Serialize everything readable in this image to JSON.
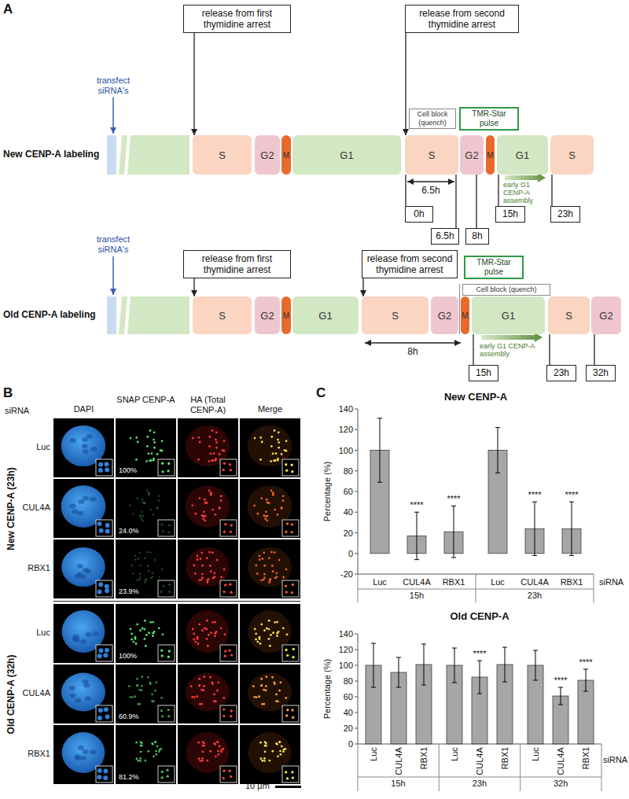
{
  "diagram": {
    "nodes": [
      {
        "text": [
          "release from first thymidine arrest"
        ]
      },
      {
        "text": [
          "release from second thymidine arrest"
        ]
      },
      {
        "text": [
          "Cell block (quench)"
        ]
      },
      {
        "text": [
          "TMR-Star pulse"
        ]
      },
      {
        "text": [
          "S"
        ]
      },
      {
        "text": [
          "G2"
        ]
      },
      {
        "text": [
          "M"
        ]
      },
      {
        "text": [
          "G1"
        ]
      },
      {
        "text": [
          "S"
        ]
      },
      {
        "text": [
          "G2"
        ]
      },
      {
        "text": [
          "M"
        ]
      },
      {
        "text": [
          "G1"
        ]
      },
      {
        "text": [
          "S"
        ]
      },
      {
        "text": [
          "0h"
        ]
      },
      {
        "text": [
          "6.5h"
        ]
      },
      {
        "text": [
          "8h"
        ]
      },
      {
        "text": [
          "15h"
        ]
      },
      {
        "text": [
          "23h"
        ]
      },
      {
        "text": [
          "release from first thymidine arrest"
        ]
      },
      {
        "text": [
          "release from second thymidine arrest"
        ]
      },
      {
        "text": [
          "TMR-Star pulse"
        ]
      },
      {
        "text": [
          "Cell block (quench)"
        ]
      },
      {
        "text": [
          "S"
        ]
      },
      {
        "text": [
          "G2"
        ]
      },
      {
        "text": [
          "M"
        ]
      },
      {
        "text": [
          "G1"
        ]
      },
      {
        "text": [
          "S"
        ]
      },
      {
        "text": [
          "G2"
        ]
      },
      {
        "text": [
          "M"
        ]
      },
      {
        "text": [
          "G1"
        ]
      },
      {
        "text": [
          "S"
        ]
      },
      {
        "text": [
          "G2"
        ]
      },
      {
        "text": [
          "15h"
        ]
      },
      {
        "text": [
          "23h"
        ]
      },
      {
        "text": [
          "32h"
        ]
      }
    ],
    "edges": [
      {
        "from": 0,
        "to": 4,
        "arrow": "to"
      },
      {
        "from": 1,
        "to": 8,
        "arrow": "to"
      },
      {
        "from": 8,
        "to": 13,
        "arrow": "none"
      },
      {
        "from": 8,
        "to": 14,
        "arrow": "none"
      },
      {
        "from": 9,
        "to": 15,
        "arrow": "none"
      },
      {
        "from": 11,
        "to": 16,
        "arrow": "none"
      },
      {
        "from": 12,
        "to": 17,
        "arrow": "none"
      },
      {
        "from": 18,
        "to": 22,
        "arrow": "to"
      },
      {
        "from": 19,
        "to": 26,
        "arrow": "to"
      },
      {
        "from": 29,
        "to": 32,
        "arrow": "none"
      },
      {
        "from": 30,
        "to": 33,
        "arrow": "none"
      },
      {
        "from": 31,
        "to": 34,
        "arrow": "none"
      }
    ],
    "labels": [
      "A",
      "New CENP-A labeling",
      "transfect siRNA's",
      "6.5h",
      "early G1 CENP-A assembly",
      "Old CENP-A labeling",
      "transfect siRNA's",
      "8h",
      "early G1 CENP-A assembly",
      "B",
      "siRNA",
      "DAPI",
      "SNAP CENP-A",
      "HA (Total CENP-A)",
      "Merge",
      "New CENP-A (23h)",
      "Luc",
      "CUL4A",
      "RBX1",
      "Old CENP-A (32h)",
      "Luc",
      "CUL4A",
      "RBX1",
      "100%",
      "24.0%",
      "23.9%",
      "100%",
      "60.9%",
      "81.2%",
      "10 µm",
      "C",
      "New CENP-A",
      "Percentage (%)",
      "140",
      "120",
      "100",
      "80",
      "60",
      "40",
      "20",
      "0",
      "-20",
      "Luc",
      "CUL4A",
      "RBX1",
      "Luc",
      "CUL4A",
      "RBX1",
      "****",
      "****",
      "****",
      "****",
      "15h",
      "23h",
      "siRNA",
      "Old CENP-A",
      "Percentage (%)",
      "140",
      "120",
      "100",
      "80",
      "60",
      "40",
      "20",
      "0",
      "Luc",
      "CUL4A",
      "RBX1",
      "Luc",
      "CUL4A",
      "RBX1",
      "Luc",
      "CUL4A",
      "RBX1",
      "****",
      "****",
      "****",
      "15h",
      "23h",
      "32h",
      "siRNA"
    ]
  }
}
